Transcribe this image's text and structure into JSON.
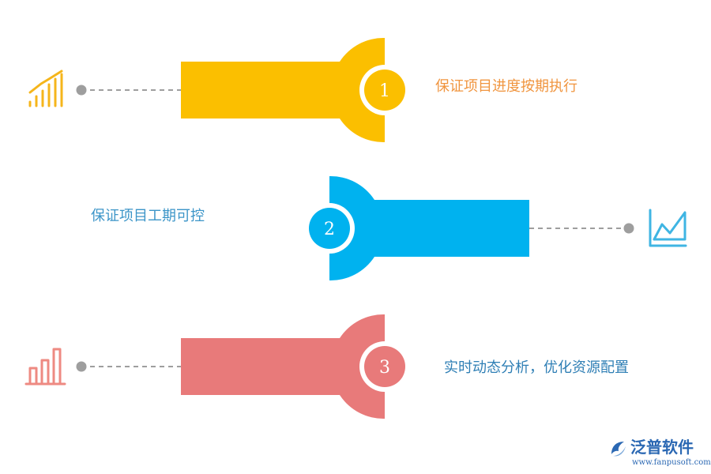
{
  "steps": [
    {
      "number": "1",
      "label": "保证项目进度按期执行",
      "color": "#fbbf00",
      "text_color": "#f0953f",
      "icon": "ascending-bar-chart-icon"
    },
    {
      "number": "2",
      "label": "保证项目工期可控",
      "color": "#00b2ef",
      "text_color": "#3c95c8",
      "icon": "area-line-chart-icon"
    },
    {
      "number": "3",
      "label": "实时动态分析，优化资源配置",
      "color": "#e87a7a",
      "text_color": "#2f7fb5",
      "icon": "column-chart-icon"
    }
  ],
  "connector_color": "#9e9e9e",
  "brand": {
    "name": "泛普软件",
    "url": "www.fanpusoft.com",
    "color": "#2b68b3"
  }
}
